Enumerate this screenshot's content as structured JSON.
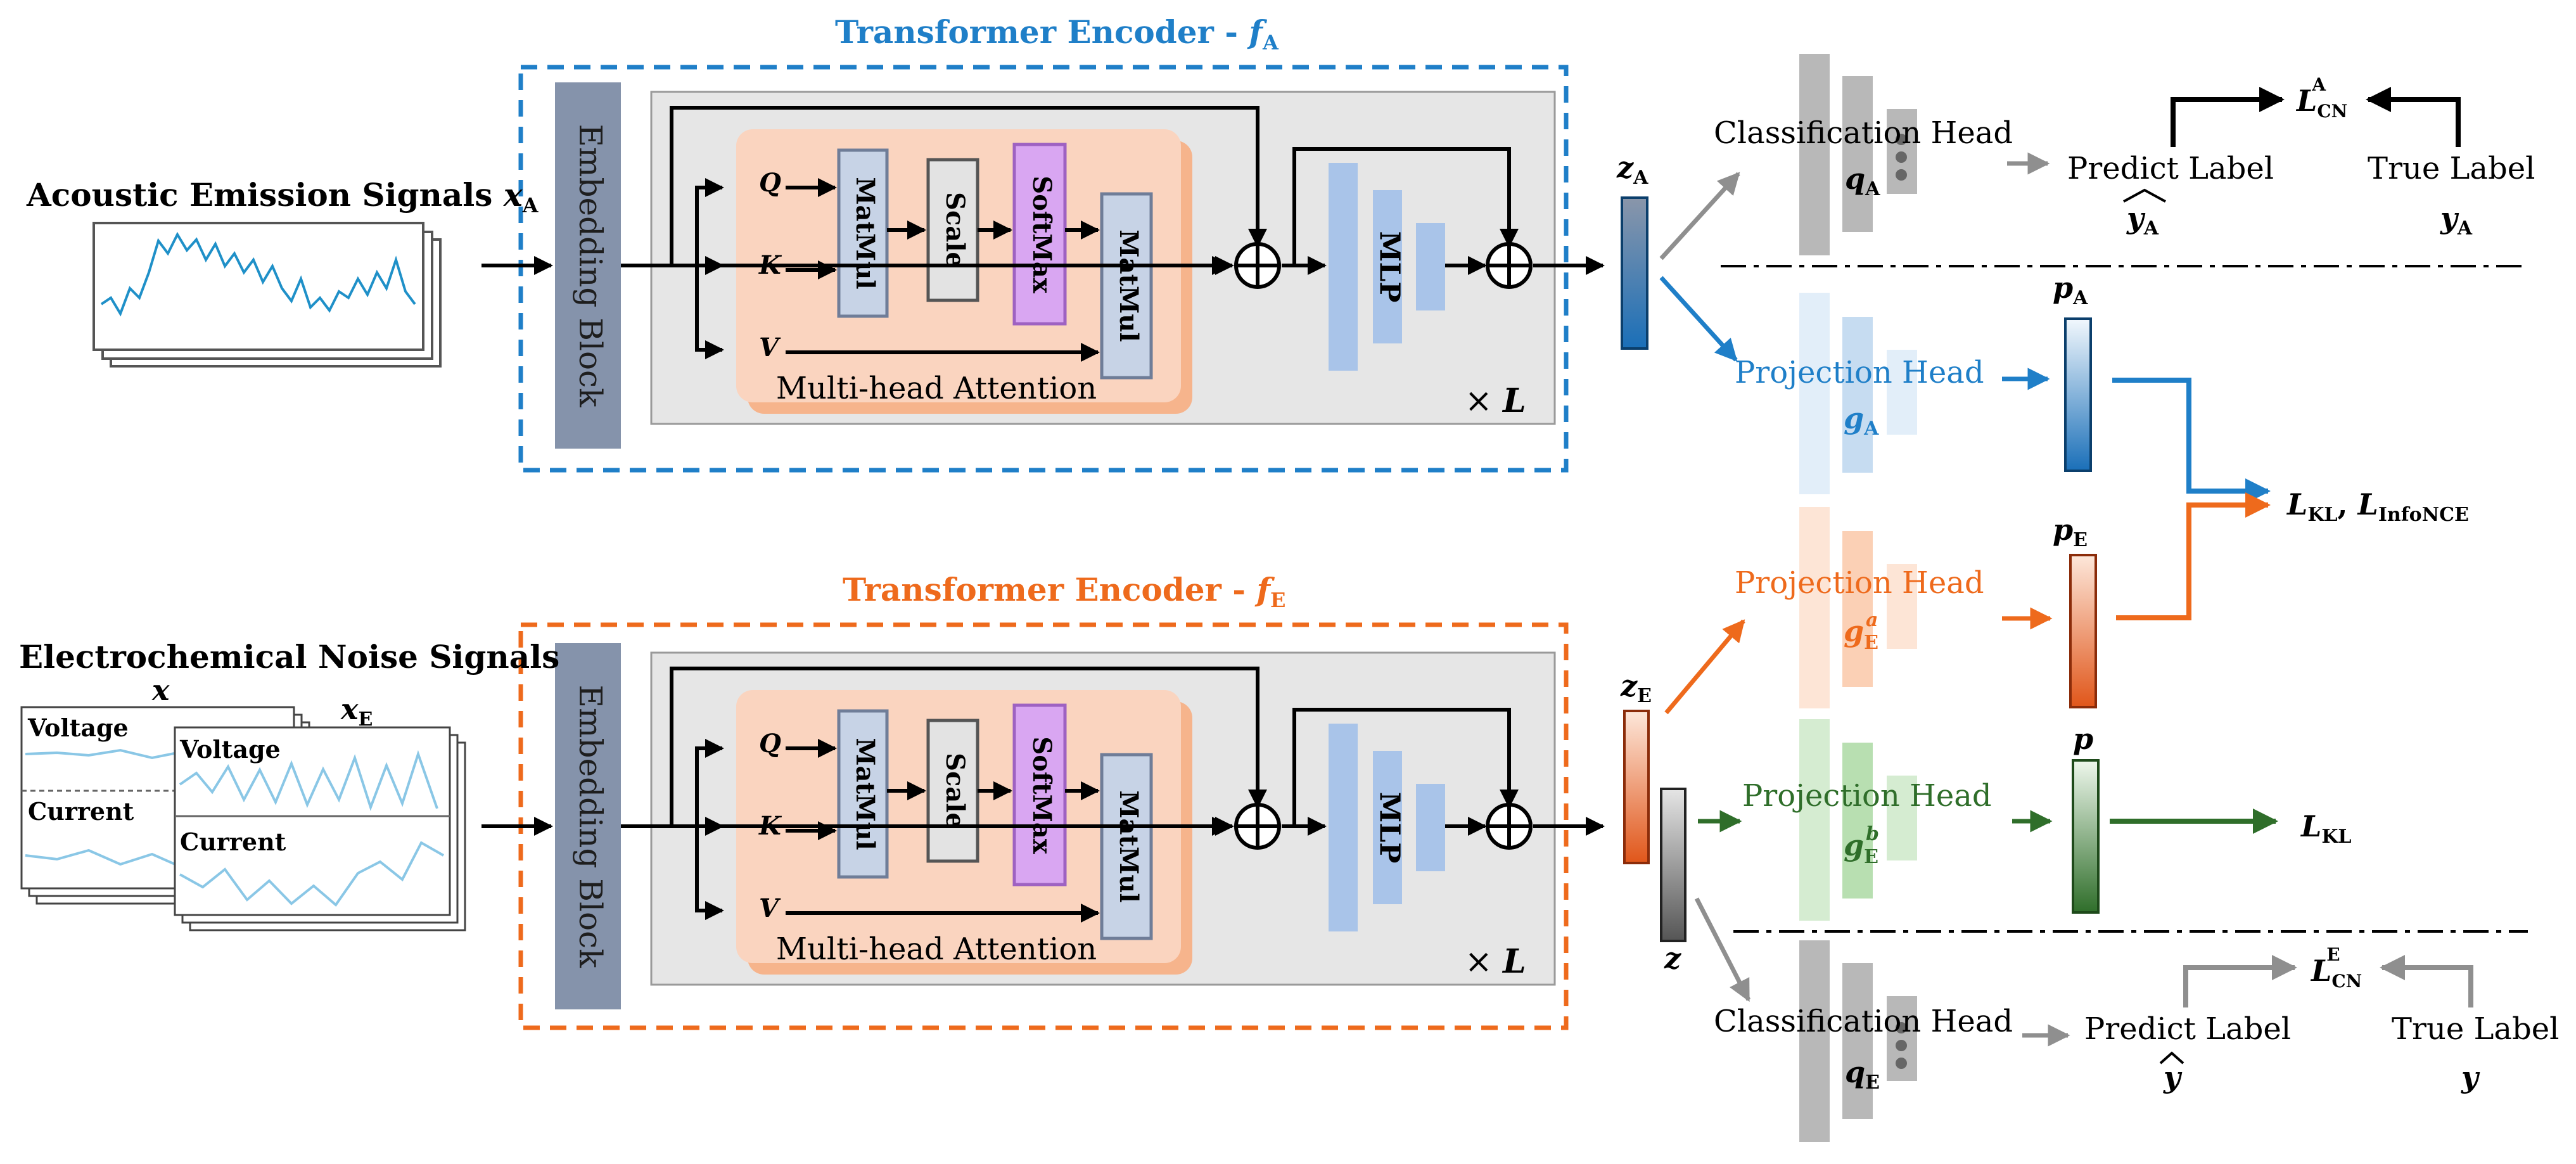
{
  "colors": {
    "blue": "#1f7fc8",
    "orange": "#ee6a1c",
    "green": "#2f6e2a",
    "gray": "#8f8f8f",
    "embedding": "#8593ab",
    "attention_bg": "#fad4bf",
    "attention_shadow": "#f6b48c",
    "matmul": "#c7d3e6",
    "scale": "#e3e3e3",
    "softmax": "#d9a6f2",
    "mlp": "#a9c4e9",
    "layer_bg": "#e6e6e6"
  },
  "icons": [
    "add-circle-icon",
    "arrow-icon",
    "signal-waveform-icon",
    "dash-dot-divider"
  ],
  "encoder_a": {
    "title": "Transformer Encoder - ",
    "func": "f",
    "func_sub": "A",
    "embedding": "Embedding Block",
    "q": "Q",
    "k": "K",
    "v": "V",
    "matmul": "MatMul",
    "scale": "Scale",
    "softmax": "SoftMax",
    "attention": "Multi-head Attention",
    "mlp": "MLP",
    "repeat": "× ",
    "repeat_var": "L"
  },
  "encoder_e": {
    "title": "Transformer Encoder - ",
    "func": "f",
    "func_sub": "E",
    "embedding": "Embedding Block",
    "q": "Q",
    "k": "K",
    "v": "V",
    "matmul": "MatMul",
    "scale": "Scale",
    "softmax": "SoftMax",
    "attention": "Multi-head Attention",
    "mlp": "MLP",
    "repeat": "× ",
    "repeat_var": "L"
  },
  "inputs": {
    "acoustic_label": "Acoustic Emission Signals ",
    "acoustic_var": "x",
    "acoustic_sub": "A",
    "electro_label": "Electrochemical Noise Signals",
    "electro_x": "x",
    "electro_xe": "x",
    "electro_xe_sub": "E",
    "voltage": "Voltage",
    "current": "Current"
  },
  "embeddings": {
    "za": "z",
    "za_sub": "A",
    "ze": "z",
    "ze_sub": "E",
    "z": "z"
  },
  "heads": {
    "class_a": "Classification Head",
    "qa": "q",
    "qa_sub": "A",
    "proj_a": "Projection Head",
    "ga": "g",
    "ga_sub": "A",
    "proj_ea": "Projection Head",
    "gea": "g",
    "gea_sub": "E",
    "gea_sup": "a",
    "proj_eb": "Projection Head",
    "geb": "g",
    "geb_sub": "E",
    "geb_sup": "b",
    "class_e": "Classification Head",
    "qe": "q",
    "qe_sub": "E"
  },
  "outputs": {
    "predict_a": "Predict Label",
    "true_a": "True Label",
    "yhat_a": "y",
    "yhat_a_sub": "A",
    "y_a": "y",
    "y_a_sub": "A",
    "lcn_a": "L",
    "lcn_a_sub": "CN",
    "lcn_a_sup": "A",
    "pa": "p",
    "pa_sub": "A",
    "pe": "p",
    "pe_sub": "E",
    "p": "p",
    "lkl_info_l1": "L",
    "lkl_info_s1": "KL",
    "lkl_info_sep": ", ",
    "lkl_info_l2": "L",
    "lkl_info_s2": "InfoNCE",
    "lkl": "L",
    "lkl_sub": "KL",
    "predict_e": "Predict Label",
    "true_e": "True Label",
    "yhat": "y",
    "y": "y",
    "lcn_e": "L",
    "lcn_e_sub": "CN",
    "lcn_e_sup": "E"
  }
}
